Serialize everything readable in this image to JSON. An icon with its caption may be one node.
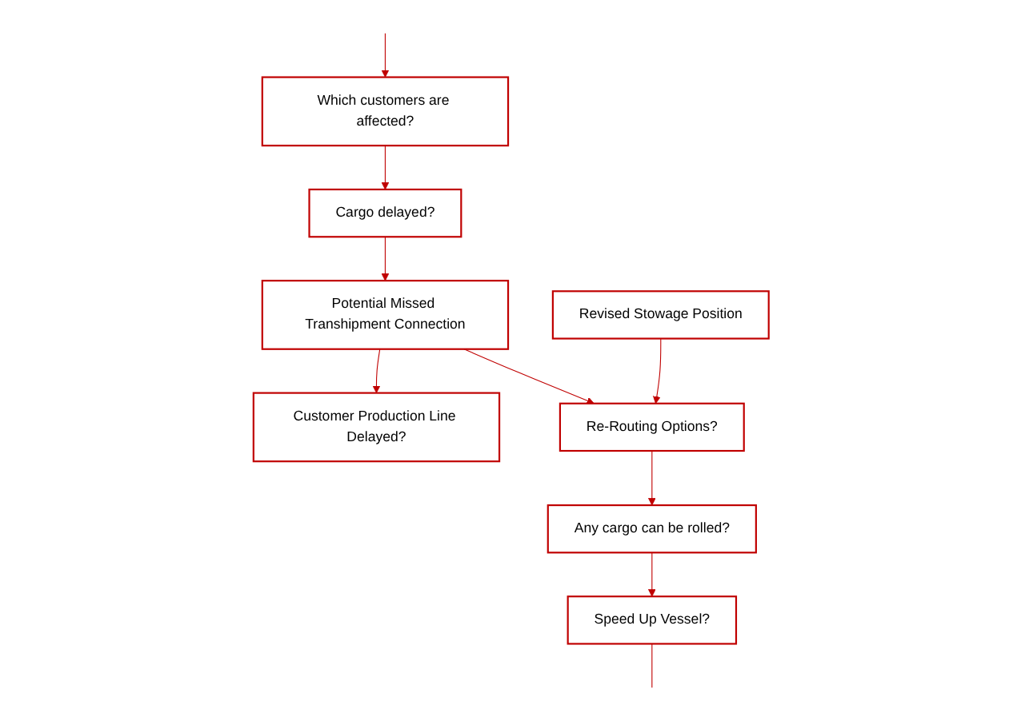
{
  "diagram": {
    "nodes": [
      {
        "text": [
          "Which customers are affected?"
        ]
      },
      {
        "text": [
          "Cargo delayed?"
        ]
      },
      {
        "text": [
          "Potential Missed Transhipment Connection"
        ]
      },
      {
        "text": [
          "Customer Production Line Delayed?"
        ]
      },
      {
        "text": [
          "Speed Up Vessel?"
        ]
      },
      {
        "text": [
          "Any cargo can be rolled?"
        ]
      },
      {
        "text": [
          "Re-Routing Options?"
        ]
      },
      {
        "text": [
          "Revised Stowage Position"
        ]
      }
    ],
    "edges": [
      {
        "from": null,
        "to": 0,
        "arrow": "to"
      },
      {
        "from": 0,
        "to": 1,
        "arrow": "to"
      },
      {
        "from": 1,
        "to": 2,
        "arrow": "to"
      },
      {
        "from": 2,
        "to": 3,
        "arrow": "to"
      },
      {
        "from": 2,
        "to": 6,
        "arrow": "to"
      },
      {
        "from": 7,
        "to": 6,
        "arrow": "to"
      },
      {
        "from": 6,
        "to": 5,
        "arrow": "to"
      },
      {
        "from": 5,
        "to": 4,
        "arrow": "to"
      },
      {
        "from": 4,
        "to": null,
        "arrow": "none"
      }
    ]
  }
}
